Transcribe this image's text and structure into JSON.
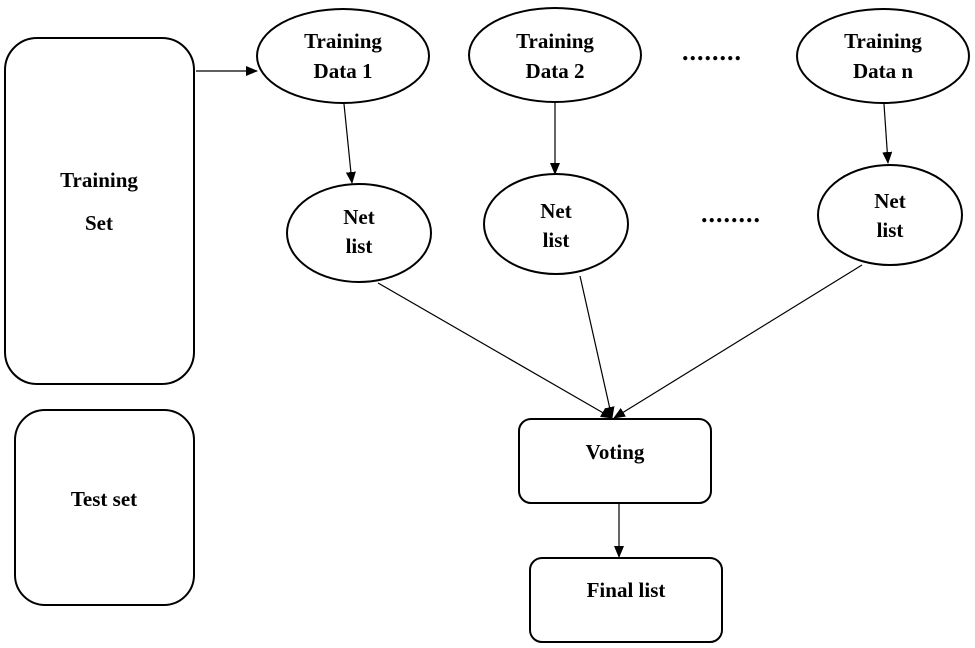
{
  "nodes": {
    "training_set": {
      "line1": "Training",
      "line2": "Set"
    },
    "test_set": {
      "label": "Test set"
    },
    "training_data_1": {
      "line1": "Training",
      "line2": "Data 1"
    },
    "training_data_2": {
      "line1": "Training",
      "line2": "Data 2"
    },
    "training_data_n": {
      "line1": "Training",
      "line2": "Data n"
    },
    "net_list_1": {
      "line1": "Net",
      "line2": "list"
    },
    "net_list_2": {
      "line1": "Net",
      "line2": "list"
    },
    "net_list_n": {
      "line1": "Net",
      "line2": "list"
    },
    "voting": {
      "label": "Voting"
    },
    "final_list": {
      "label": "Final list"
    }
  },
  "ellipsis": {
    "top": "........",
    "middle": "........"
  },
  "colors": {
    "stroke": "#000000",
    "fill": "#ffffff",
    "text": "#000000"
  }
}
